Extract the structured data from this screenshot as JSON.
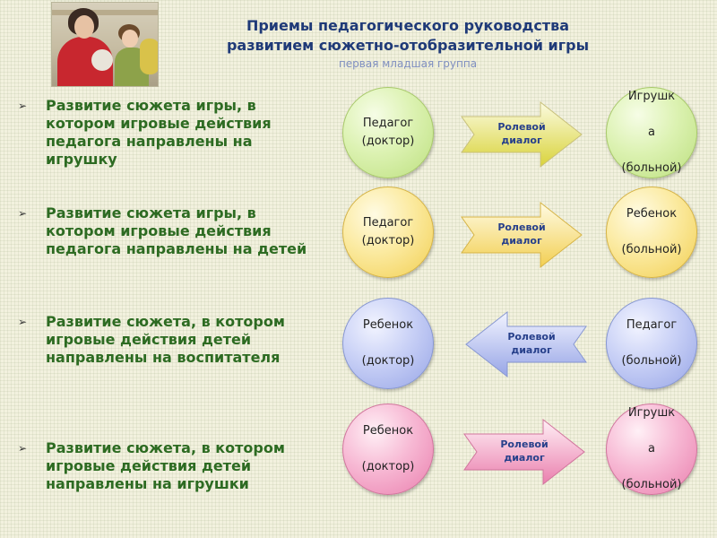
{
  "header": {
    "title_line1": "Приемы педагогического руководства",
    "title_line2": "развитием сюжетно-отобразительной игры",
    "subtitle": "первая младшая группа"
  },
  "items": [
    "Развитие сюжета игры, в котором игровые действия педагога направлены на игрушку",
    "Развитие сюжета игры, в котором игровые действия педагога направлены на детей",
    "Развитие сюжета, в котором игровые действия детей направлены на воспитателя",
    "Развитие сюжета, в котором игровые действия детей направлены на игрушки"
  ],
  "bullet_glyph": "➢",
  "rows": [
    {
      "left": {
        "line1": "Педагог",
        "line2": "(доктор)",
        "color": "#bde07f"
      },
      "arrow": {
        "line1": "Ролевой",
        "line2": "диалог",
        "direction": "right",
        "color": "#d9d33a"
      },
      "right": {
        "line1": "Игрушк",
        "line2": "а",
        "line3": "(больной)",
        "color": "#bde07f"
      }
    },
    {
      "left": {
        "line1": "Педагог",
        "line2": "(доктор)",
        "color": "#f2cf52"
      },
      "arrow": {
        "line1": "Ролевой",
        "line2": "диалог",
        "direction": "right",
        "color": "#f2cf52"
      },
      "right": {
        "line1": "Ребенок",
        "line2": "(больной)",
        "color": "#f2cf52"
      }
    },
    {
      "left": {
        "line1": "Ребенок",
        "line2": "(доктор)",
        "color": "#97a5e6"
      },
      "arrow": {
        "line1": "Ролевой",
        "line2": "диалог",
        "direction": "left",
        "color": "#97a5e6"
      },
      "right": {
        "line1": "Педагог",
        "line2": "(больной)",
        "color": "#97a5e6"
      }
    },
    {
      "left": {
        "line1": "Ребенок",
        "line2": "(доктор)",
        "color": "#ea7fae"
      },
      "arrow": {
        "line1": "Ролевой",
        "line2": "диалог",
        "direction": "right",
        "color": "#ea7fae"
      },
      "right": {
        "line1": "Игрушк",
        "line2": "а",
        "line3": "(больной)",
        "color": "#ea7fae"
      }
    }
  ]
}
